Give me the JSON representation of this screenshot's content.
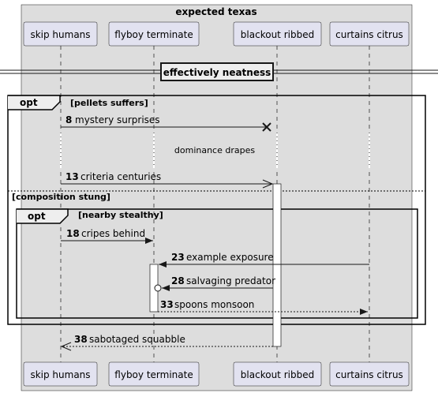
{
  "box_title": "expected texas",
  "participants": [
    "skip humans",
    "flyboy terminate",
    "blackout ribbed",
    "curtains citrus"
  ],
  "divider": "effectively neatness",
  "fragments": {
    "outer_opt": {
      "keyword": "opt",
      "guard": "[pellets suffers]",
      "else_guard": "[composition stung]"
    },
    "inner_opt": {
      "keyword": "opt",
      "guard": "[nearby stealthy]"
    }
  },
  "delay_note": "dominance drapes",
  "messages": [
    {
      "num": "8",
      "text": "mystery surprises",
      "from": "skip humans",
      "to": "blackout ribbed",
      "style": "destroy"
    },
    {
      "num": "13",
      "text": "criteria centuries",
      "from": "skip humans",
      "to": "blackout ribbed",
      "style": "async"
    },
    {
      "num": "18",
      "text": "cripes behind",
      "from": "skip humans",
      "to": "flyboy terminate",
      "style": "sync"
    },
    {
      "num": "23",
      "text": "example exposure",
      "from": "curtains citrus",
      "to": "flyboy terminate",
      "style": "sync"
    },
    {
      "num": "28",
      "text": "salvaging predator",
      "from": "blackout ribbed",
      "to": "flyboy terminate",
      "style": "circle"
    },
    {
      "num": "33",
      "text": "spoons monsoon",
      "from": "flyboy terminate",
      "to": "curtains citrus",
      "style": "dashed"
    },
    {
      "num": "38",
      "text": "sabotaged squabble",
      "from": "blackout ribbed",
      "to": "skip humans",
      "style": "dashed-open"
    }
  ]
}
